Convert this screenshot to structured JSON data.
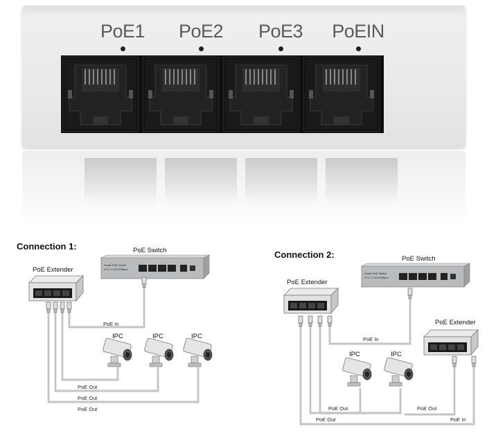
{
  "product": {
    "ports": [
      {
        "label": "PoE1"
      },
      {
        "label": "PoE2"
      },
      {
        "label": "PoE3"
      },
      {
        "label": "PoEIN"
      }
    ]
  },
  "connection1": {
    "title": "Connection 1:",
    "switch_label": "PoE Switch",
    "switch_text": "Smart PoE Switch",
    "switch_subtext": "4+1+1 10/100Mbps",
    "extender_label": "PoE Extender",
    "ipc_labels": [
      "IPC",
      "IPC",
      "IPC"
    ],
    "cable_labels": {
      "poe_in": "PoE In",
      "poe_out": [
        "PoE Out",
        "PoE Out",
        "PoE Out"
      ]
    }
  },
  "connection2": {
    "title": "Connection 2:",
    "switch_label": "PoE Switch",
    "switch_text": "Smart PoE Switch",
    "switch_subtext": "4+1+1 10/100Mbps",
    "extender_label_1": "PoE Extender",
    "extender_label_2": "PoE Extender",
    "ipc_labels": [
      "IPC",
      "IPC"
    ],
    "cable_labels": {
      "poe_in_1": "PoE In",
      "poe_out_1": "PoE Out",
      "poe_out_2": "PoE Out",
      "poe_out_3": "PoE Out",
      "poe_in_2": "PoE In"
    }
  }
}
